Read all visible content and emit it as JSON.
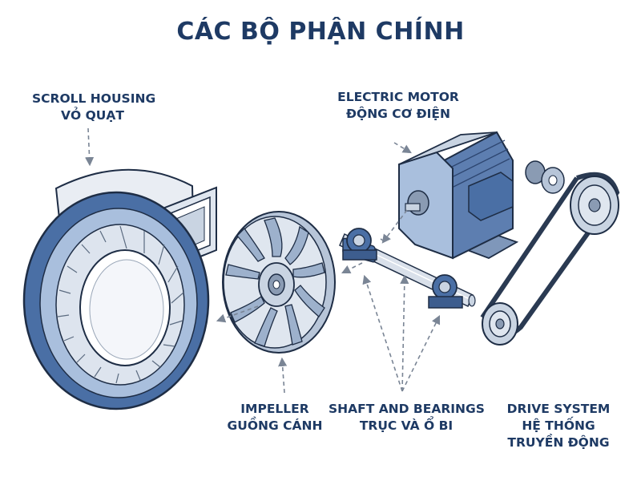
{
  "title": "CÁC BỘ PHẬN CHÍNH",
  "labels": {
    "scroll_housing": {
      "en": "SCROLL HOUSING",
      "vi": "VỎ QUẠT"
    },
    "electric_motor": {
      "en": "ELECTRIC MOTOR",
      "vi": "ĐỘNG CƠ ĐIỆN"
    },
    "impeller": {
      "en": "IMPELLER",
      "vi": "GUỒNG CÁNH"
    },
    "shaft_bearings": {
      "en": "SHAFT AND BEARINGS",
      "vi": "TRỤC VÀ Ổ BI"
    },
    "drive_system": {
      "en": "DRIVE SYSTEM",
      "vi1": "HỆ THỐNG",
      "vi2": "TRUYỀN ĐỘNG"
    }
  },
  "colors": {
    "navy_text": "#1e3a64",
    "blue_fill": "#4a6fa5",
    "light_blue": "#a9bfdd",
    "steel": "#c9d4e2",
    "outline": "#1e2d45"
  }
}
